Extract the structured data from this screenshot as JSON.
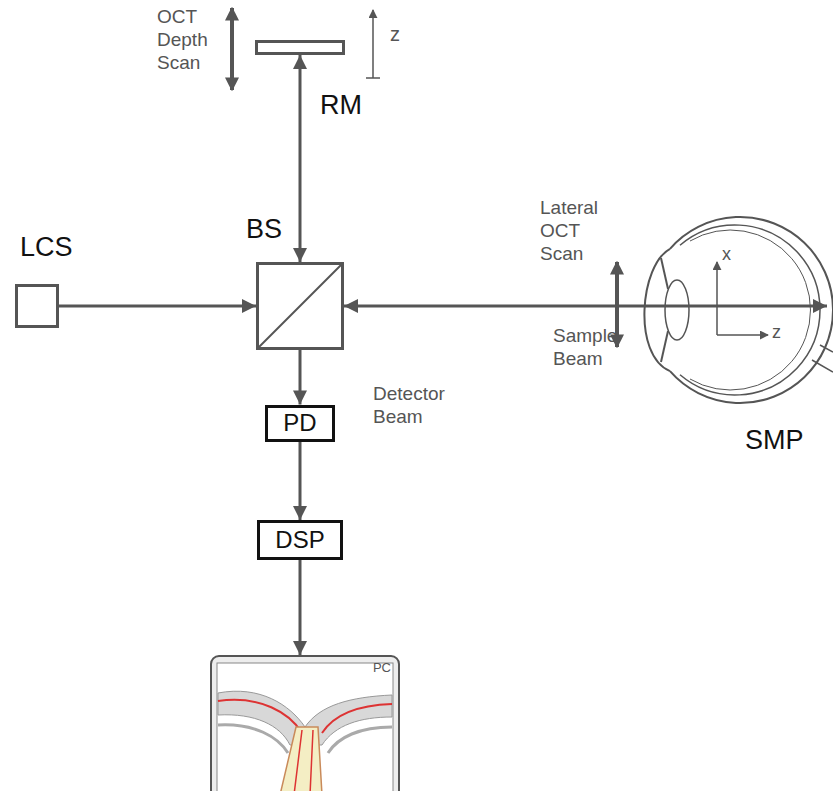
{
  "diagram": {
    "nodes": [
      {
        "text": [
          "RM"
        ]
      },
      {
        "text": [
          "LCS"
        ]
      },
      {
        "text": [
          "BS"
        ]
      },
      {
        "text": [
          "SMP"
        ]
      },
      {
        "text": [
          "PD"
        ]
      },
      {
        "text": [
          "DSP"
        ]
      },
      {
        "text": [
          "PC"
        ]
      }
    ],
    "edges": [
      {
        "from": 1,
        "to": 2,
        "arrow": "to"
      },
      {
        "from": 2,
        "to": 0,
        "arrow": "both"
      },
      {
        "from": 2,
        "to": 3,
        "arrow": "both"
      },
      {
        "from": 2,
        "to": 4,
        "arrow": "to"
      },
      {
        "from": 4,
        "to": 5,
        "arrow": "to"
      },
      {
        "from": 5,
        "to": 6,
        "arrow": "to"
      }
    ],
    "labels": [
      "OCT Depth Scan",
      "z",
      "Lateral OCT Scan",
      "Sample Beam",
      "Detector Beam",
      "x",
      "z"
    ]
  }
}
